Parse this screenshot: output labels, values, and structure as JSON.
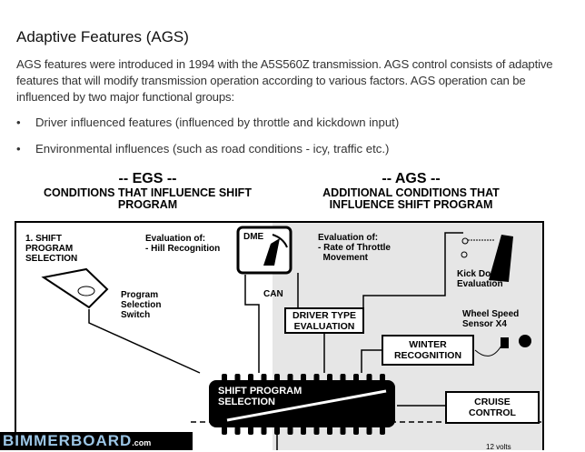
{
  "title": "Adaptive Features (AGS)",
  "intro": "AGS features were introduced in 1994 with the A5S560Z transmission. AGS control consists of adaptive features that will modify transmission operation according to various factors. AGS operation can be influenced by two major functional groups:",
  "bullets": [
    "Driver influenced features (influenced by throttle and kickdown input)",
    "Environmental influences (such as road conditions - icy, traffic etc.)"
  ],
  "diagram": {
    "egs": {
      "title": "-- EGS --",
      "subtitle": "CONDITIONS THAT INFLUENCE SHIFT PROGRAM"
    },
    "ags": {
      "title": "-- AGS --",
      "subtitle": "ADDITIONAL CONDITIONS THAT INFLUENCE SHIFT PROGRAM"
    },
    "shift_program_selection": "1. SHIFT PROGRAM SELECTION",
    "hill_eval": "Evaluation of:\n- Hill Recognition",
    "dme": "DME",
    "throttle_eval": "Evaluation of:\n- Rate of Throttle\n  Movement",
    "kickdown": "Kick Down\nEvaluation",
    "program_switch": "Program\nSelection\nSwitch",
    "can": "CAN",
    "driver_type": "DRIVER TYPE\nEVALUATION",
    "wheel_speed": "Wheel Speed\nSensor X4",
    "winter": "WINTER\nRECOGNITION",
    "chip": "SHIFT PROGRAM\nSELECTION",
    "cruise": "CRUISE\nCONTROL",
    "volts": "12 volts"
  },
  "watermark": {
    "brand": "BIMMERBOARD",
    "suffix": ".com"
  }
}
